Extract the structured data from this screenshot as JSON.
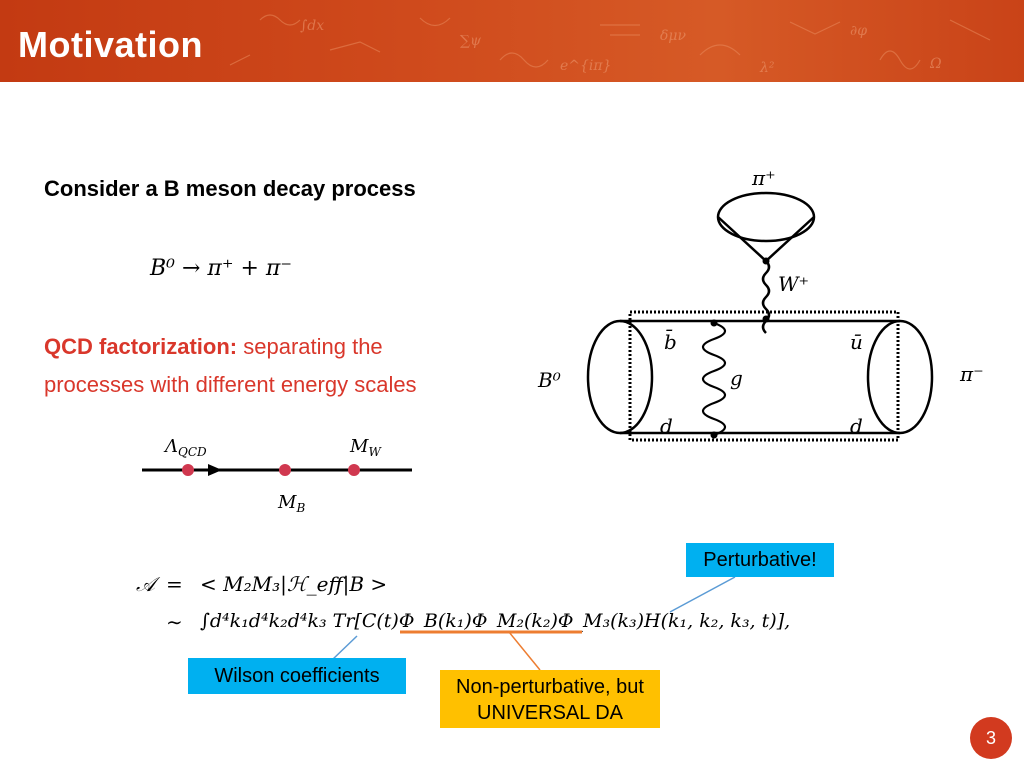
{
  "slide": {
    "title": "Motivation",
    "page_number": "3"
  },
  "intro": {
    "text": "Consider a B meson decay process",
    "equation": "B⁰ → π⁺ + π⁻"
  },
  "qcd": {
    "bold": "QCD factorization:",
    "text1": " separating the",
    "text2": "processes with different energy scales"
  },
  "scale_line": {
    "label_qcd": "Λ",
    "label_qcd_sub": "QCD",
    "label_w": "M",
    "label_w_sub": "W",
    "label_b": "M",
    "label_b_sub": "B"
  },
  "amplitude": {
    "line1_lhs": "𝒜",
    "line1_eq": "=",
    "line1_rhs": "< M₂M₃|ℋ_eff|B >",
    "line2_sim": "∼",
    "line2_rhs": "∫d⁴k₁d⁴k₂d⁴k₃ Tr[C(t)Φ_B(k₁)Φ_M₂(k₂)Φ_M₃(k₃)H(k₁, k₂, k₃, t)],"
  },
  "callouts": {
    "perturbative": "Perturbative!",
    "wilson": "Wilson coefficients",
    "nonpert_line1": "Non-perturbative, but",
    "nonpert_line2": "UNIVERSAL DA"
  },
  "diagram": {
    "pi_plus": "π⁺",
    "w_plus": "W⁺",
    "b_bar": "b̄",
    "u_bar": "ū",
    "g": "g",
    "d1": "d",
    "d2": "d",
    "b0": "B⁰",
    "pi_minus": "π⁻"
  },
  "colors": {
    "header": "#c94318",
    "accent_red": "#d9372b",
    "callout_blue": "#00b0f0",
    "callout_orange": "#ffc000",
    "dot_red": "#d0384f"
  }
}
